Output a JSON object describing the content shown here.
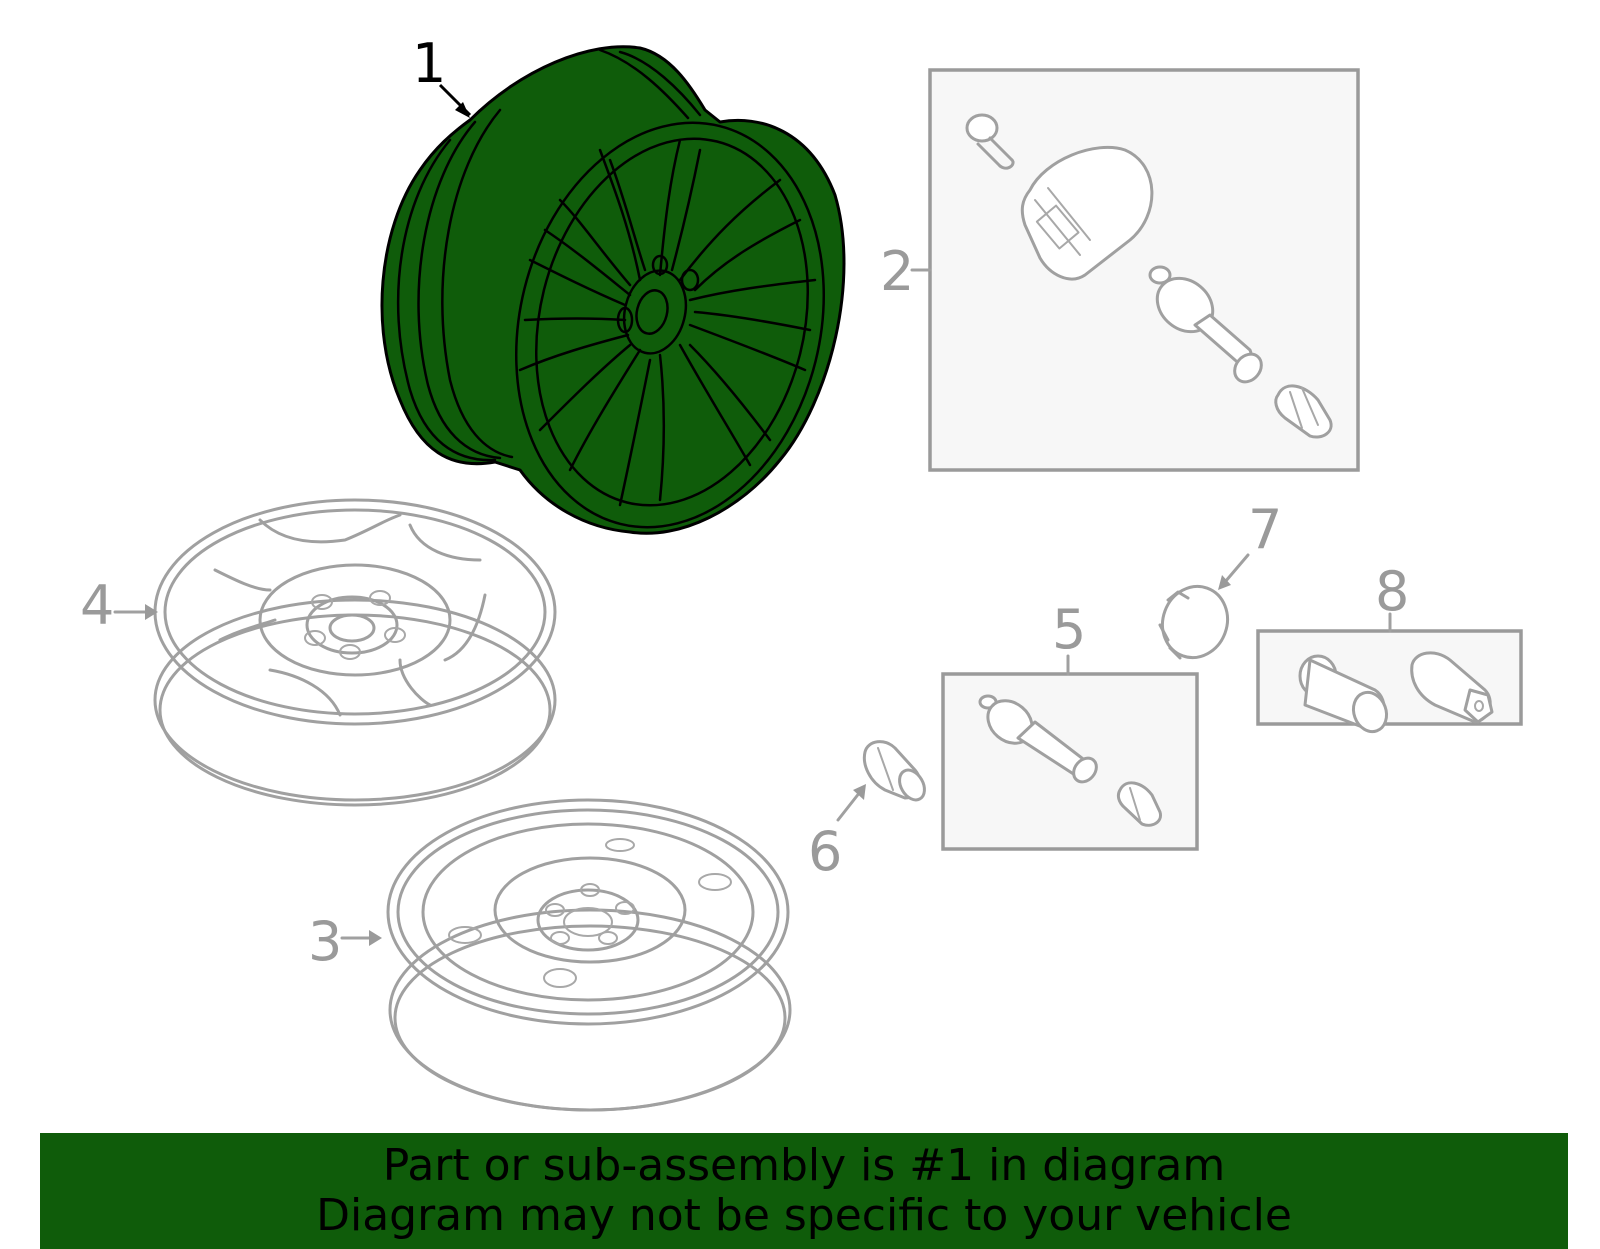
{
  "callouts": {
    "c1": "1",
    "c2": "2",
    "c3": "3",
    "c4": "4",
    "c5": "5",
    "c6": "6",
    "c7": "7",
    "c8": "8"
  },
  "banner": {
    "line1": "Part or sub-assembly is #1 in diagram",
    "line2": "Diagram may not be specific to your vehicle"
  },
  "colors": {
    "highlight": "#0f5c0a",
    "outline_gray": "#9a9a9a"
  }
}
